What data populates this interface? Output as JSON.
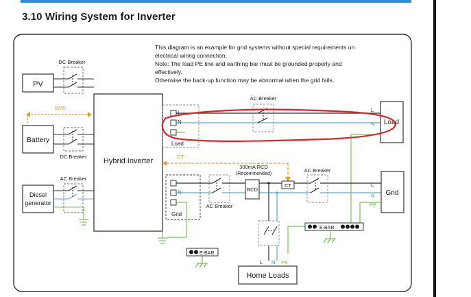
{
  "page": {
    "section_title": "3.10 Wiring System for Inverter"
  },
  "diagram": {
    "notes": [
      "This diagram is an example for grid systems without special requirements on",
      "electrical wiring connection.",
      "Note: The load PE line and earthing bar must be grounded properly and",
      "effectively.",
      "Otherwise the back-up function may be abnormal when the grid fails."
    ],
    "pv": "PV",
    "battery": "Battery",
    "diesel_line1": "Diesel",
    "diesel_line2": "generator",
    "inverter": "Hybrid Inverter",
    "load": "Load",
    "load_port": "Load",
    "grid": "Grid",
    "grid_port": "Grid",
    "home_loads": "Home Loads",
    "dc_breaker_top": "DC Breaker",
    "dc_breaker_bottom": "DC Breaker",
    "ac_breaker_diesel": "AC Breaker",
    "ac_breaker_load": "AC Breaker",
    "ac_breaker_grid_port": "AC Breaker",
    "ac_breaker_grid": "AC Breaker",
    "bms": "BMS",
    "ct_label": "CT",
    "ct_box": "CT",
    "rcd_line1": "300mA RCD",
    "rcd_line2": "(Recommended)",
    "rcd": "RCD",
    "ebar": "E-BAR",
    "port_L": "L",
    "port_N": "N",
    "pe": "PE",
    "colors": {
      "line": "#2a2a2a",
      "neutral": "#5fa8cf",
      "earth": "#7cbc55",
      "signal": "#d9a032",
      "annotation": "#d9262a",
      "accent": "#2a8fd0"
    }
  }
}
